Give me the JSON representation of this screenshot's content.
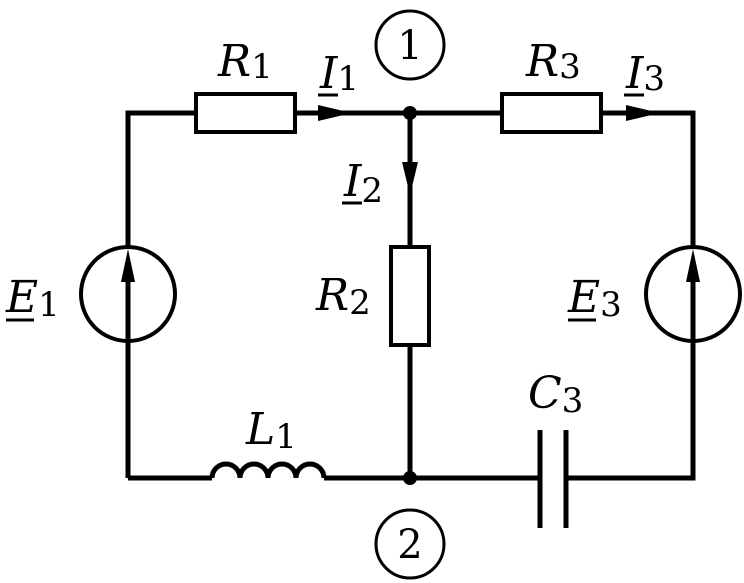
{
  "labels": {
    "R1": {
      "letter": "R",
      "sub": "1"
    },
    "R2": {
      "letter": "R",
      "sub": "2"
    },
    "R3": {
      "letter": "R",
      "sub": "3"
    },
    "I1": {
      "letter": "I",
      "sub": "1"
    },
    "I2": {
      "letter": "I",
      "sub": "2"
    },
    "I3": {
      "letter": "I",
      "sub": "3"
    },
    "E1": {
      "letter": "E",
      "sub": "1"
    },
    "E3": {
      "letter": "E",
      "sub": "3"
    },
    "L1": {
      "letter": "L",
      "sub": "1"
    },
    "C3": {
      "letter": "C",
      "sub": "3"
    }
  },
  "nodes": {
    "top": "1",
    "bottom": "2"
  }
}
